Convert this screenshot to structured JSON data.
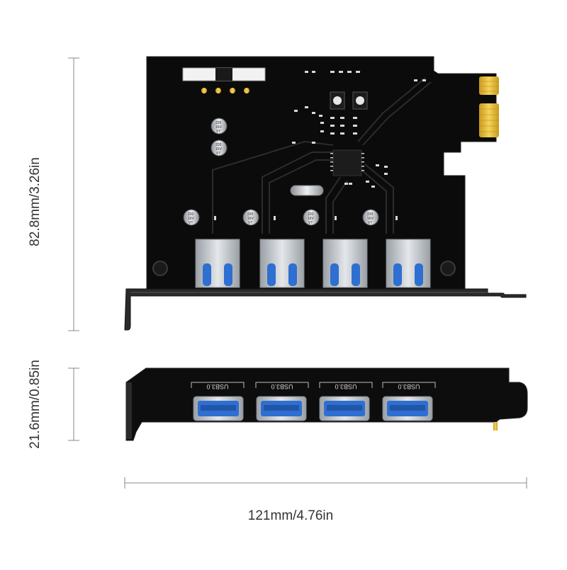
{
  "dimensions": {
    "height": "82.8mm/3.26in",
    "depth": "21.6mm/0.85in",
    "width": "121mm/4.76in"
  },
  "port_label": "USB3.0",
  "capacitor_label": [
    "220",
    "16V",
    "VT"
  ],
  "colors": {
    "pcb": "#0b0b0b",
    "usb_blue": "#2e6fd1",
    "gold_contact": "#e8b82a",
    "metal": "#b8bcc2",
    "dimension_line": "#8a8a8a"
  }
}
